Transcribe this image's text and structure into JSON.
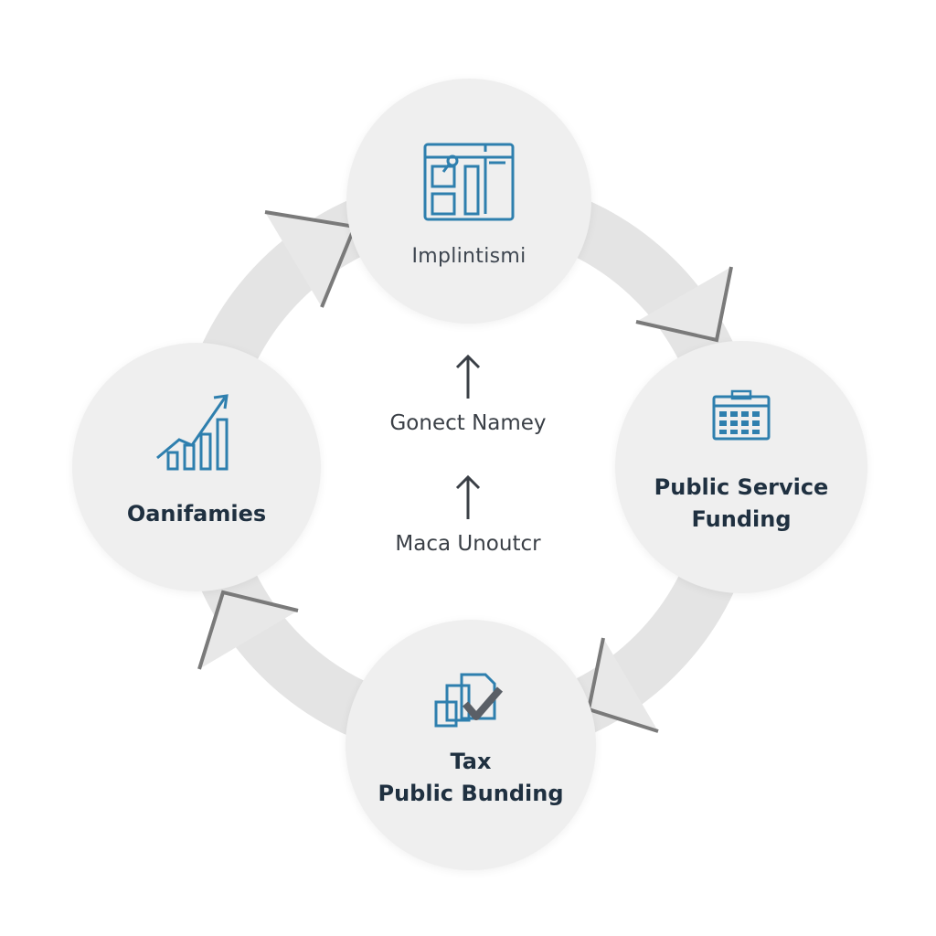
{
  "nodes": {
    "top": {
      "label": "Implintismi",
      "icon": "layout-grid-icon"
    },
    "right": {
      "line1": "Public Service",
      "line2": "Funding",
      "icon": "calendar-icon"
    },
    "bottom": {
      "line1": "Tax",
      "line2": "Public Bunding",
      "icon": "document-check-icon"
    },
    "left": {
      "label": "Oanifamies",
      "icon": "growth-bar-chart-icon"
    }
  },
  "center": {
    "item1": "Gonect Namey",
    "item2": "Maca Unoutcr"
  },
  "colors": {
    "accent": "#2e7fae",
    "node_fill": "#efefef",
    "ring": "#e2e2e2",
    "text_dark": "#1f3040"
  }
}
